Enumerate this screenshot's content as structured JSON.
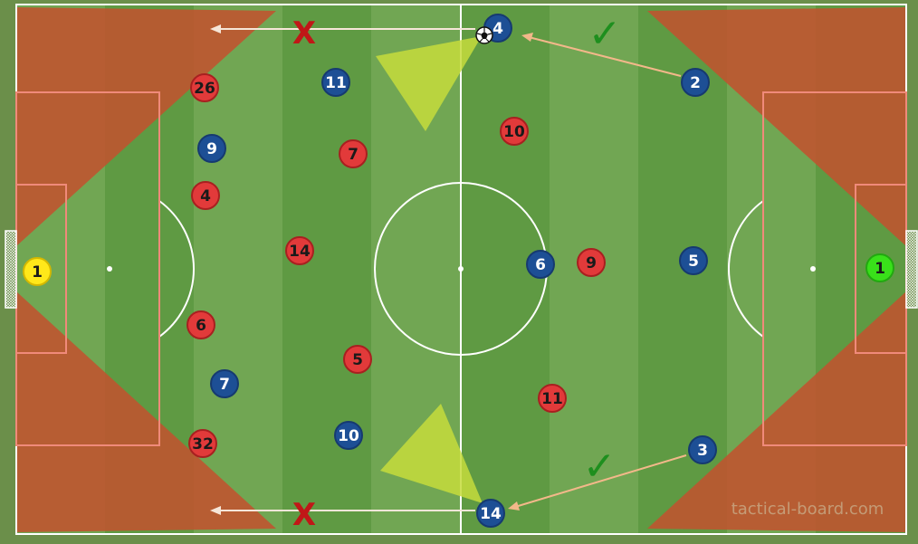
{
  "colors": {
    "surround": "#6b8f4a",
    "stripe_light": "#71a653",
    "stripe_dark": "#5f9a43",
    "danger_zone": "#c0532f",
    "red_team": "#e23a3a",
    "blue_team": "#1d4f95",
    "keeper_left": "#ffe81a",
    "keeper_right": "#39e01a",
    "pass_arrow": "#f3b88a",
    "run_arrow": "#f6e6d8",
    "cross_mark": "#c01717",
    "check_mark": "#1e8f1e",
    "vision_cone": "#c5dc3c"
  },
  "watermark": "tactical-board.com",
  "players": {
    "red": [
      "26",
      "7",
      "4",
      "14",
      "6",
      "5",
      "32",
      "10",
      "9",
      "11"
    ],
    "blue": [
      "4",
      "11",
      "9",
      "7",
      "10",
      "14",
      "2",
      "6",
      "5",
      "3"
    ],
    "keeper_left": "1",
    "keeper_right": "1"
  },
  "marks": {
    "cross": "X",
    "check": "✓"
  },
  "icons": [
    "soccer-ball-icon",
    "goal-net-icon",
    "arrow-icon"
  ]
}
